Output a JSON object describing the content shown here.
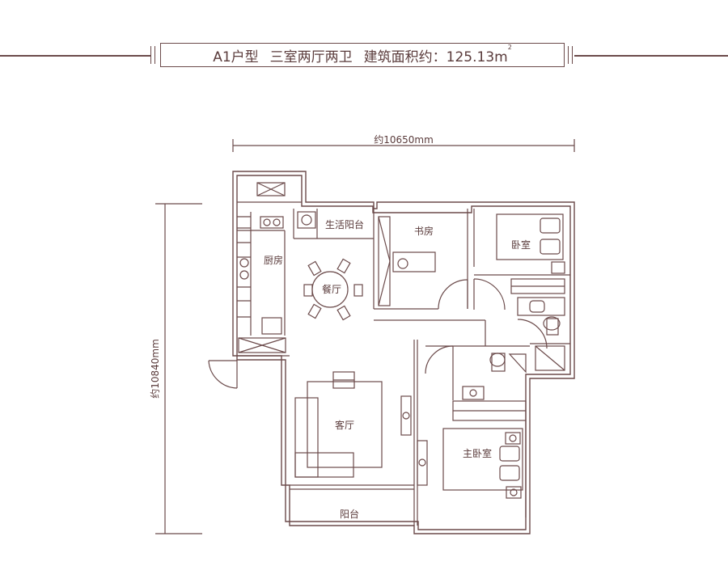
{
  "header": {
    "type": "A1户型",
    "layout": "三室两厅两卫",
    "area_label": "建筑面积约：125.13m",
    "area_sup": "2"
  },
  "dimensions": {
    "width_label": "约10650mm",
    "height_label": "约10840mm"
  },
  "rooms": {
    "kitchen": "厨房",
    "utility_balcony": "生活阳台",
    "study": "书房",
    "bedroom": "卧室",
    "dining": "餐厅",
    "living": "客厅",
    "master_bedroom": "主卧室",
    "balcony": "阳台"
  },
  "colors": {
    "line": "#6b4a4a",
    "text": "#5a3b3b",
    "background": "#ffffff"
  }
}
